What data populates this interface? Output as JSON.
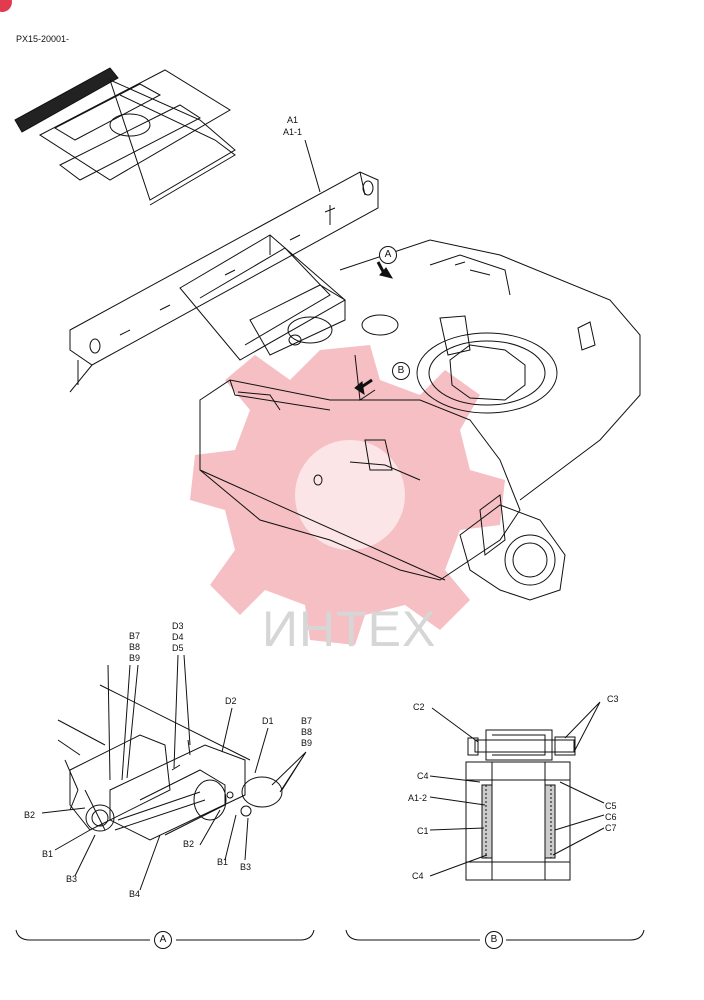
{
  "doc_ref": "PX15-20001-",
  "watermark": "ИНТЕХ",
  "callouts": {
    "a": "A",
    "b": "B"
  },
  "top_labels": {
    "a1": "A1",
    "a1_1": "A1-1"
  },
  "detail_a": {
    "b7": "B7",
    "b8": "B8",
    "b9": "B9",
    "d3": "D3",
    "d4": "D4",
    "d5": "D5",
    "d2": "D2",
    "d1": "D1",
    "b7r": "B7",
    "b8r": "B8",
    "b9r": "B9",
    "b2": "B2",
    "b1": "B1",
    "b3": "B3",
    "b4": "B4",
    "b2r": "B2",
    "b1r": "B1",
    "b3r": "B3"
  },
  "detail_b": {
    "c2": "C2",
    "c3": "C3",
    "c4": "C4",
    "a1_2": "A1-2",
    "c1": "C1",
    "c4b": "C4",
    "c5": "C5",
    "c6": "C6",
    "c7": "C7"
  },
  "colors": {
    "line": "#111111",
    "watermark_red": "#e8727c",
    "watermark_gray": "#d6d6d6"
  }
}
